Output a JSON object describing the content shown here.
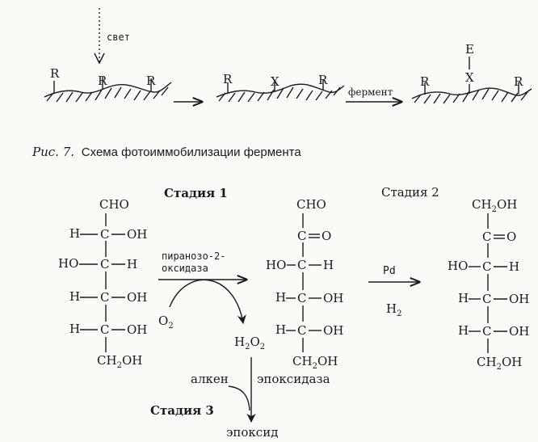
{
  "scheme_top": {
    "light_label": "свет",
    "r": "R",
    "x": "X",
    "e": "E",
    "enzyme_label": "фермент"
  },
  "caption": {
    "prefix": "Рис. 7.",
    "text": "Схема фотоиммобилизации фермента"
  },
  "stages": {
    "stage1": "Стадия 1",
    "stage2": "Стадия 2",
    "stage3": "Стадия 3"
  },
  "reagents": {
    "pyranose_line1": "пиранозо-2-",
    "pyranose_line2": "оксидаза",
    "pd": "Pd",
    "h": "H",
    "two": "2",
    "o": "O",
    "alkene": "алкен",
    "epoxidase": "эпоксидаза",
    "epoxide": "эпоксид"
  },
  "molecules": {
    "glucose": {
      "top": "CHO",
      "rows": [
        [
          "H",
          "OH"
        ],
        [
          "HO",
          "H"
        ],
        [
          "H",
          "OH"
        ],
        [
          "H",
          "OH"
        ]
      ]
    },
    "glucosone": {
      "top": "CHO",
      "rows": [
        [
          "",
          "O"
        ],
        [
          "HO",
          "H"
        ],
        [
          "H",
          "OH"
        ],
        [
          "H",
          "OH"
        ]
      ]
    },
    "fructose": {
      "top": "CH2OH",
      "rows": [
        [
          "",
          "O"
        ],
        [
          "HO",
          "H"
        ],
        [
          "H",
          "OH"
        ],
        [
          "H",
          "OH"
        ]
      ]
    },
    "bottom": "CH2OH",
    "c": "C"
  }
}
